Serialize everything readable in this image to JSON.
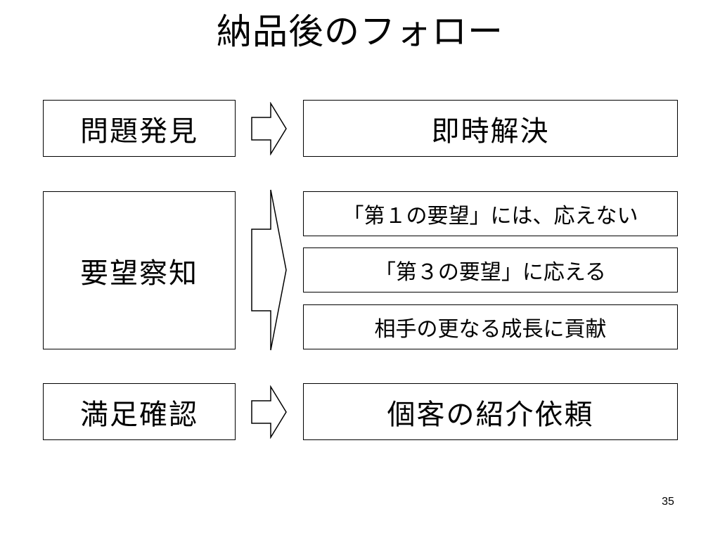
{
  "slide": {
    "title": "納品後のフォロー",
    "page_number": "35"
  },
  "rows": [
    {
      "source": "問題発見",
      "results": [
        "即時解決"
      ]
    },
    {
      "source": "要望察知",
      "results": [
        "「第１の要望」には、応えない",
        "「第３の要望」に応える",
        "相手の更なる成長に貢献"
      ]
    },
    {
      "source": "満足確認",
      "results": [
        "個客の紹介依頼"
      ]
    }
  ]
}
